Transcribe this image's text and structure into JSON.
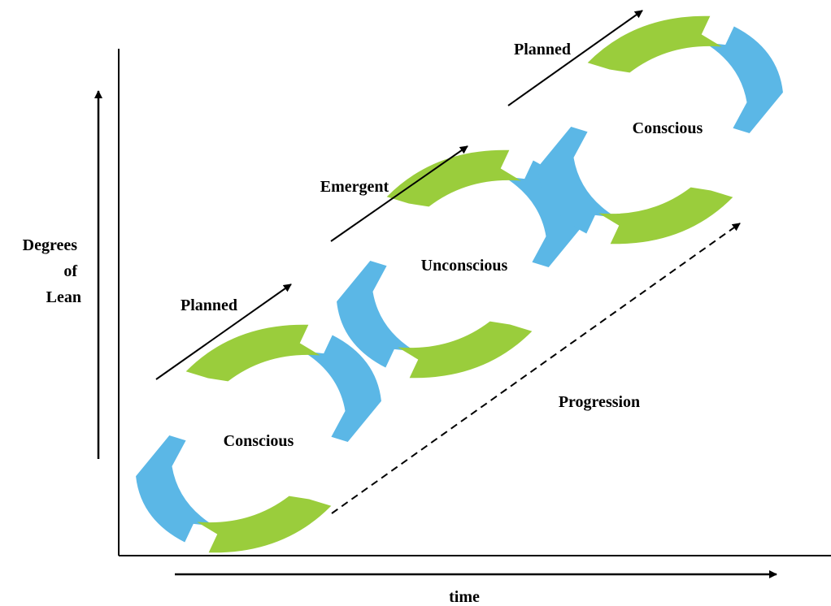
{
  "axes": {
    "y_label_lines": [
      "Degrees",
      "of",
      "Lean"
    ],
    "x_label": "time"
  },
  "cycles": [
    {
      "state": "Conscious"
    },
    {
      "state": "Unconscious"
    },
    {
      "state": "Conscious"
    }
  ],
  "transitions": [
    "Planned",
    "Emergent",
    "Planned"
  ],
  "progression_label": "Progression",
  "colors": {
    "blue_arc": "#5BB7E6",
    "green_arc": "#9ACD3C",
    "line": "#000000"
  }
}
